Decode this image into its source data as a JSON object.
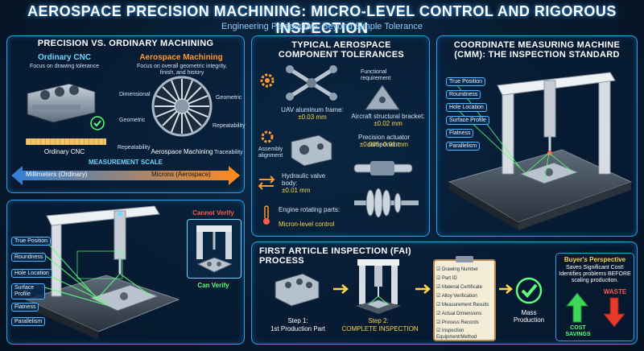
{
  "header": {
    "title": "AEROSPACE PRECISION MACHINING: MICRO-LEVEL CONTROL AND RIGOROUS INSPECTION",
    "subtitle": "Engineering Perspective: Beyond Simple Tolerance"
  },
  "panel_precision": {
    "title": "PRECISION VS. ORDINARY MACHINING",
    "ordinary_heading": "Ordinary CNC",
    "ordinary_desc": "Focus on drawing tolerance",
    "aero_heading": "Aerospace Machining",
    "aero_desc": "Focus on overall geometric integrity, finish, and history",
    "ordinary_caption": "Ordinary CNC",
    "aero_caption": "Aerospace Machining",
    "tags": [
      "Dimensional",
      "Geometric",
      "Repeatability",
      "Geometric",
      "Repeatability",
      "Traceability"
    ],
    "scale_label": "MEASUREMENT SCALE",
    "scale_left": "Millimeters (Ordinary)",
    "scale_right": "Microns (Aerospace)"
  },
  "panel_tolerances": {
    "title": "TYPICAL AEROSPACE COMPONENT TOLERANCES",
    "functional": "Functional requirement",
    "uav_label": "UAV aluminum frame:",
    "uav_value": "±0.03 mm",
    "bracket_label": "Aircraft structural bracket:",
    "bracket_value": "±0.02 mm",
    "assembly": "Assembly alignment",
    "actuator_label": "Precision actuator component:",
    "actuator_value": "±0.005~0.01 mm",
    "valve_label": "Hydraulic valve body:",
    "valve_value": "±0.01 mm",
    "engine_label": "Engine rotating parts:",
    "engine_value": "Micron-level control"
  },
  "panel_cmm": {
    "title": "COORDINATE MEASURING MACHINE (CMM): THE INSPECTION STANDARD",
    "checks": [
      "True Position",
      "Roundness",
      "Hole Location",
      "Surface Profile",
      "Flatness",
      "Parallelism"
    ]
  },
  "panel_verify": {
    "checks": [
      "True Position",
      "Roundness",
      "Hole Location",
      "Surface Profile",
      "Flatness",
      "Parallelism"
    ],
    "cannot_verify": "Cannot Verify",
    "can_verify": "Can Verify"
  },
  "panel_fai": {
    "title": "FIRST ARTICLE INSPECTION (FAI) PROCESS",
    "step1": "Step 1:",
    "step1_desc": "1st Production Part",
    "step2": "Step 2:",
    "step2_desc": "COMPLETE INSPECTION",
    "checklist": [
      "Drawing Number",
      "Part ID",
      "Material Certificate",
      "Alloy Verification",
      "Measurement Results",
      "Actual Dimensions",
      "Process Records",
      "Inspection Equipment/Method"
    ],
    "mass_production": "Mass Production",
    "buyer_title": "Buyer's Perspective",
    "buyer_desc": "Saves Significant Cost! Identifies problems BEFORE scaling production.",
    "cost_savings": "COST SAVINGS",
    "waste": "WASTE"
  },
  "colors": {
    "accent": "#2aa0e8",
    "highlight": "#ffd54a",
    "orange": "#ff9a2e",
    "green": "#5dff7a",
    "red": "#ff5a4a"
  }
}
